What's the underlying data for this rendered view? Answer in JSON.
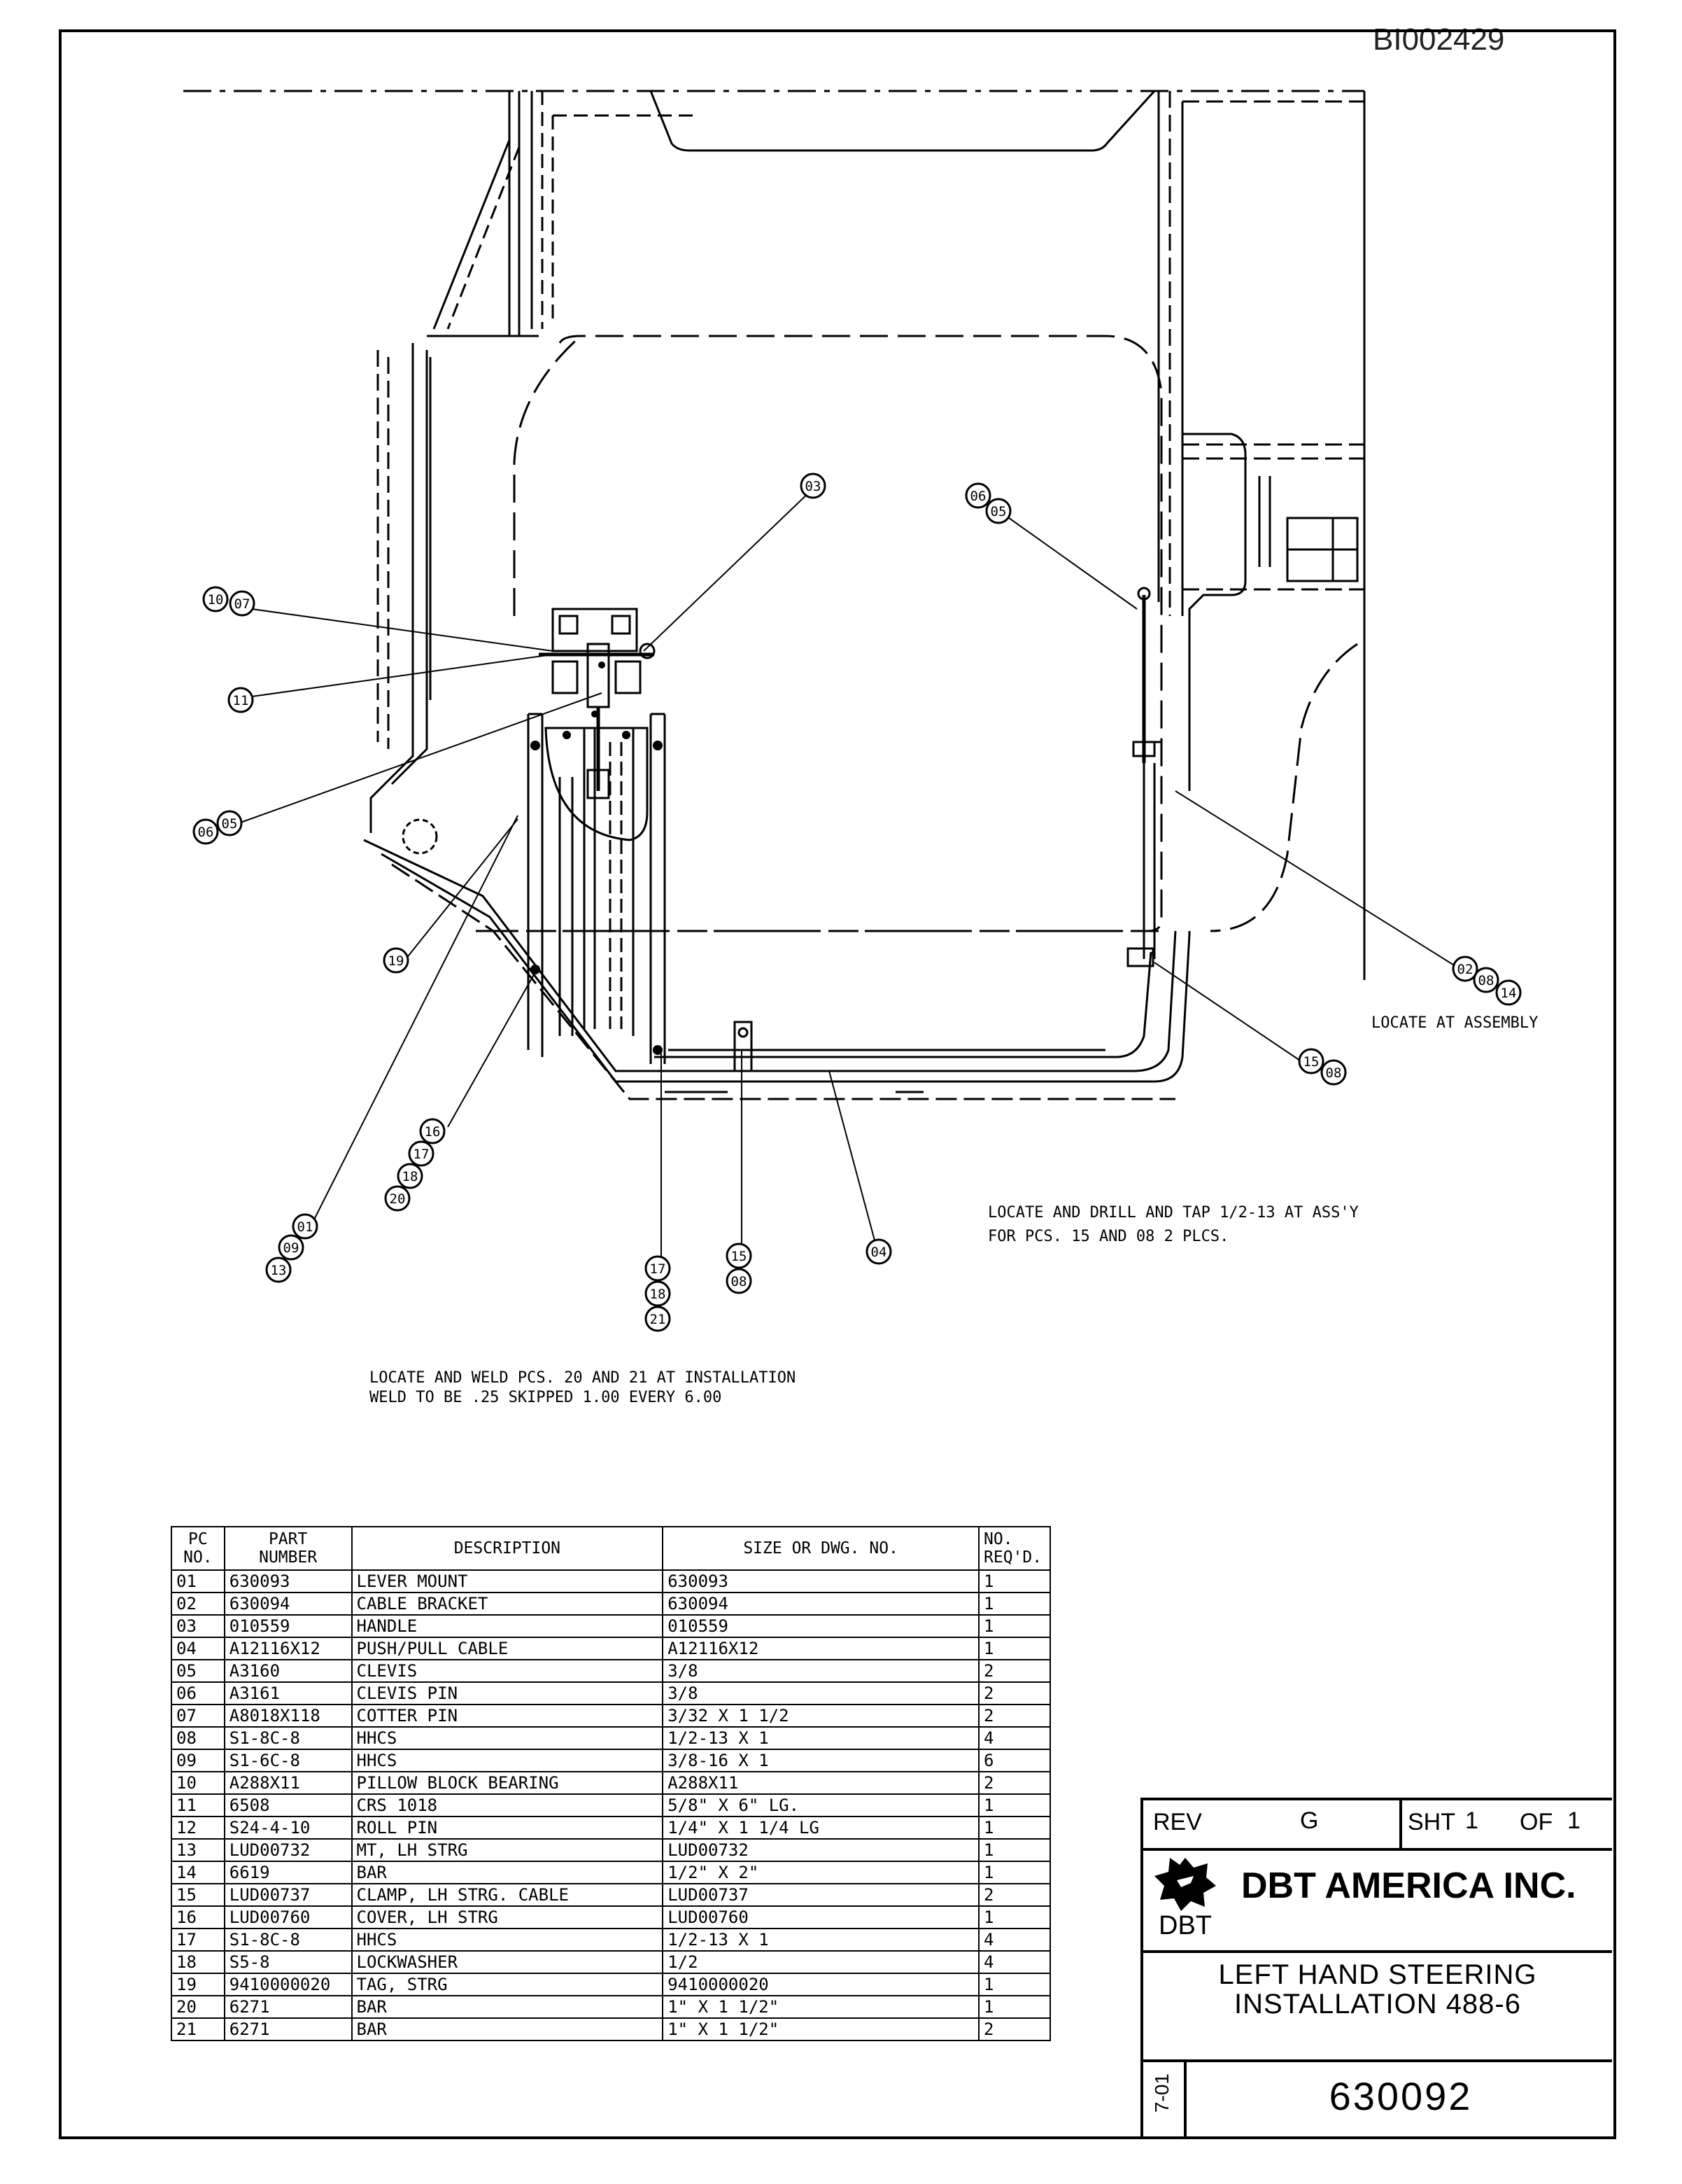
{
  "document_id": "BI002429",
  "notes": {
    "locate_at_assembly": "LOCATE AT ASSEMBLY",
    "drill_line1": "LOCATE AND DRILL AND TAP 1/2-13 AT ASS'Y",
    "drill_line2": "FOR PCS. 15 AND 08 2 PLCS.",
    "weld_line1": "LOCATE AND WELD PCS. 20 AND 21 AT INSTALLATION",
    "weld_line2": "WELD TO BE .25 SKIPPED 1.00 EVERY 6.00"
  },
  "balloons": {
    "b03": "03",
    "b06a": "06",
    "b05a": "05",
    "b10": "10",
    "b07": "07",
    "b11": "11",
    "b06b": "06",
    "b05b": "05",
    "b19": "19",
    "b02": "02",
    "b08a": "08",
    "b14": "14",
    "b15a": "15",
    "b08b": "08",
    "b16": "16",
    "b17a": "17",
    "b18a": "18",
    "b20": "20",
    "b01": "01",
    "b09": "09",
    "b13": "13",
    "b17b": "17",
    "b18b": "18",
    "b21": "21",
    "b15b": "15",
    "b08c": "08",
    "b04": "04"
  },
  "parts_table": {
    "headers": {
      "pc_no_1": "PC",
      "pc_no_2": "NO.",
      "part_1": "PART",
      "part_2": "NUMBER",
      "description": "DESCRIPTION",
      "size": "SIZE OR DWG. NO.",
      "req_1": "NO.",
      "req_2": "REQ'D."
    },
    "rows": [
      {
        "pc": "01",
        "part": "630093",
        "desc": "LEVER MOUNT",
        "size": "630093",
        "qty": "1"
      },
      {
        "pc": "02",
        "part": "630094",
        "desc": "CABLE BRACKET",
        "size": "630094",
        "qty": "1"
      },
      {
        "pc": "03",
        "part": "010559",
        "desc": "HANDLE",
        "size": "010559",
        "qty": "1"
      },
      {
        "pc": "04",
        "part": "A12116X12",
        "desc": "PUSH/PULL CABLE",
        "size": "A12116X12",
        "qty": "1"
      },
      {
        "pc": "05",
        "part": "A3160",
        "desc": "CLEVIS",
        "size": "3/8",
        "qty": "2"
      },
      {
        "pc": "06",
        "part": "A3161",
        "desc": "CLEVIS PIN",
        "size": "3/8",
        "qty": "2"
      },
      {
        "pc": "07",
        "part": "A8018X118",
        "desc": "COTTER PIN",
        "size": "3/32 X 1 1/2",
        "qty": "2"
      },
      {
        "pc": "08",
        "part": "S1-8C-8",
        "desc": "HHCS",
        "size": "1/2-13 X 1",
        "qty": "4"
      },
      {
        "pc": "09",
        "part": "S1-6C-8",
        "desc": "HHCS",
        "size": "3/8-16 X 1",
        "qty": "6"
      },
      {
        "pc": "10",
        "part": "A288X11",
        "desc": "PILLOW BLOCK BEARING",
        "size": "A288X11",
        "qty": "2"
      },
      {
        "pc": "11",
        "part": "6508",
        "desc": "CRS 1018",
        "size": "5/8\" X 6\" LG.",
        "qty": "1"
      },
      {
        "pc": "12",
        "part": "S24-4-10",
        "desc": "ROLL PIN",
        "size": "1/4\" X 1 1/4 LG",
        "qty": "1"
      },
      {
        "pc": "13",
        "part": "LUD00732",
        "desc": "MT, LH STRG",
        "size": "LUD00732",
        "qty": "1"
      },
      {
        "pc": "14",
        "part": "6619",
        "desc": "BAR",
        "size": "1/2\" X 2\"",
        "qty": "1"
      },
      {
        "pc": "15",
        "part": "LUD00737",
        "desc": "CLAMP, LH STRG. CABLE",
        "size": "LUD00737",
        "qty": "2"
      },
      {
        "pc": "16",
        "part": "LUD00760",
        "desc": "COVER, LH STRG",
        "size": "LUD00760",
        "qty": "1"
      },
      {
        "pc": "17",
        "part": "S1-8C-8",
        "desc": "HHCS",
        "size": "1/2-13 X 1",
        "qty": "4"
      },
      {
        "pc": "18",
        "part": "S5-8",
        "desc": "LOCKWASHER",
        "size": "1/2",
        "qty": "4"
      },
      {
        "pc": "19",
        "part": "9410000020",
        "desc": "TAG, STRG",
        "size": "9410000020",
        "qty": "1"
      },
      {
        "pc": "20",
        "part": "6271",
        "desc": "BAR",
        "size": "1\" X 1 1/2\"",
        "qty": "1"
      },
      {
        "pc": "21",
        "part": "6271",
        "desc": "BAR",
        "size": "1\" X 1 1/2\"",
        "qty": "2"
      }
    ]
  },
  "title_block": {
    "rev_label": "REV",
    "rev_value": "G",
    "sheet_label": "SHT",
    "sheet_no": "1",
    "of_label": "OF",
    "sheet_total": "1",
    "company": "DBT AMERICA INC.",
    "logo_text": "DBT",
    "title_line1": "LEFT HAND STEERING",
    "title_line2": "INSTALLATION 488-6",
    "date_code": "7-01",
    "drawing_no": "630092"
  }
}
